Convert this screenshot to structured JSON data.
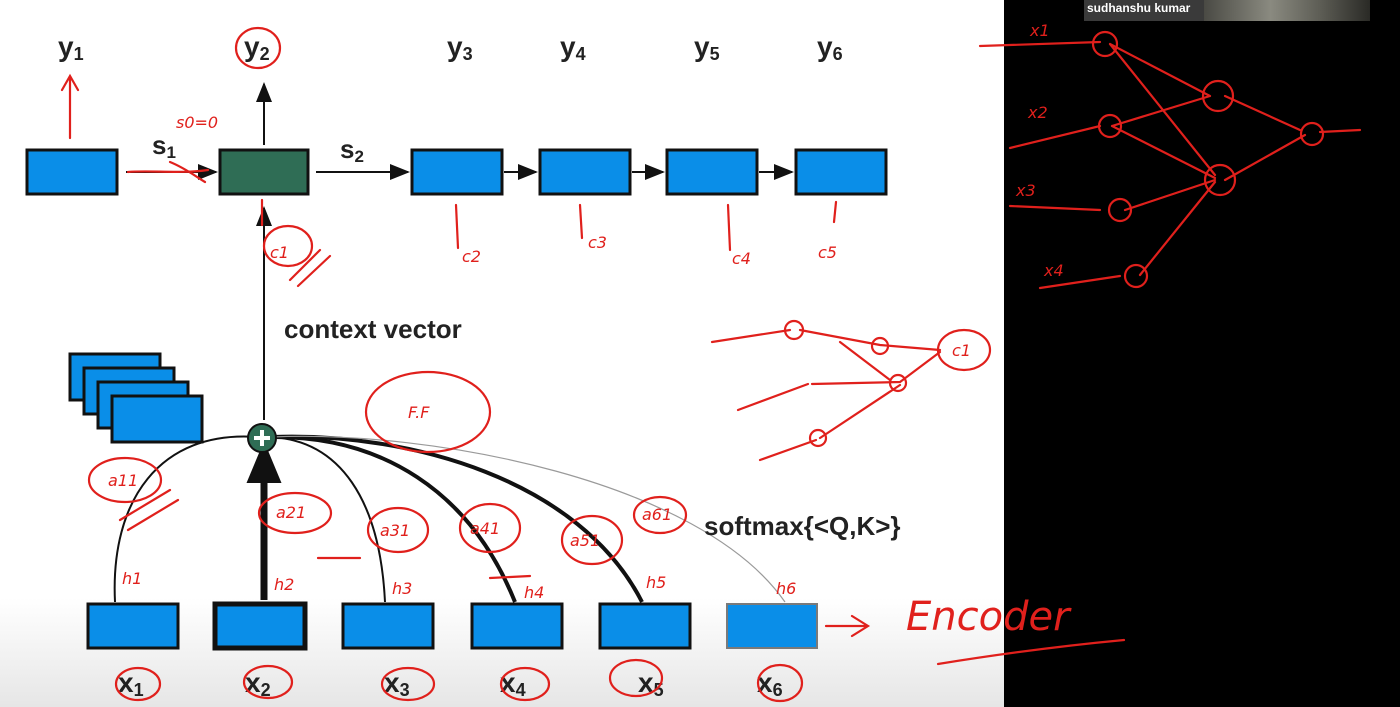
{
  "participant": {
    "name": "sudhanshu kumar"
  },
  "diagram": {
    "decoder_outputs": [
      "y",
      "y",
      "y",
      "y",
      "y",
      "y"
    ],
    "decoder_output_subscripts": [
      "1",
      "2",
      "3",
      "4",
      "5",
      "6"
    ],
    "decoder_states": [
      {
        "label": "s",
        "subscript": "1"
      },
      {
        "label": "s",
        "subscript": "2"
      }
    ],
    "context_vector_label": "context vector",
    "attention_label": "softmax{<Q,K>}",
    "encoder_inputs": [
      "x",
      "x",
      "x",
      "x",
      "x",
      "x"
    ],
    "encoder_input_subscripts": [
      "1",
      "2",
      "3",
      "4",
      "5",
      "6"
    ]
  },
  "annotations": {
    "encoder_note": "Encoder",
    "hidden_states": [
      "h1",
      "h2",
      "h3",
      "h4",
      "h5",
      "h6"
    ],
    "alignment_scores": [
      "a11",
      "a21",
      "a31",
      "a41",
      "a51",
      "a61"
    ],
    "decoder_contexts": [
      "c1",
      "c2",
      "c3",
      "c4",
      "c5"
    ],
    "fnn_note": "F.F",
    "s_zero_note": "s0=0",
    "network_inputs": [
      "x1",
      "x2",
      "x3",
      "x4"
    ],
    "mini_network_output": "c1"
  },
  "colors": {
    "cell_fill": "#0a8ee8",
    "active_cell_fill": "#2f6d55",
    "ink": "#e0201c"
  }
}
